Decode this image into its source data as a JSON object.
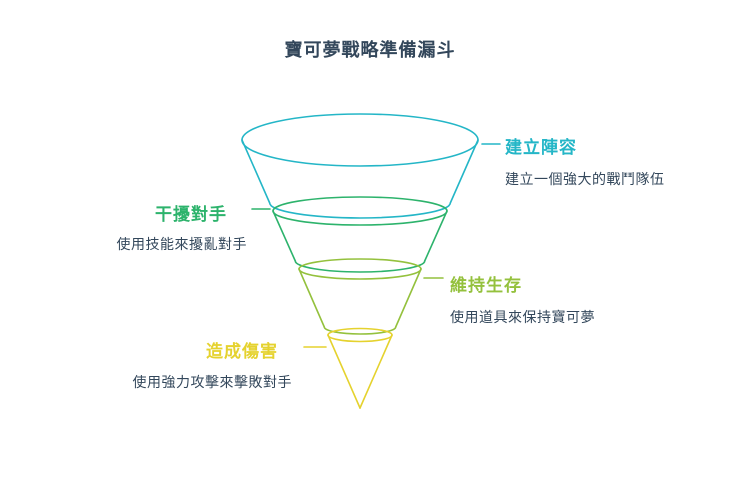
{
  "title": "寶可夢戰略準備漏斗",
  "stages": [
    {
      "label": "建立陣容",
      "description": "建立一個強大的戰鬥隊伍",
      "color": "#24b6c7",
      "side": "right"
    },
    {
      "label": "干擾對手",
      "description": "使用技能來擾亂對手",
      "color": "#2db36c",
      "side": "left"
    },
    {
      "label": "維持生存",
      "description": "使用道具來保持寶可夢",
      "color": "#94c13d",
      "side": "right"
    },
    {
      "label": "造成傷害",
      "description": "使用強力攻擊來擊敗對手",
      "color": "#e5d22e",
      "side": "left"
    }
  ],
  "colors": {
    "title_text": "#33475b",
    "description_text": "#33475b",
    "background": "#ffffff"
  },
  "chart_data": {
    "type": "funnel",
    "title": "寶可夢戰略準備漏斗",
    "levels": [
      {
        "label": "建立陣容",
        "annotation": "建立一個強大的戰鬥隊伍"
      },
      {
        "label": "干擾對手",
        "annotation": "使用技能來擾亂對手"
      },
      {
        "label": "維持生存",
        "annotation": "使用道具來保持寶可夢"
      },
      {
        "label": "造成傷害",
        "annotation": "使用強力攻擊來擊敗對手"
      }
    ]
  }
}
